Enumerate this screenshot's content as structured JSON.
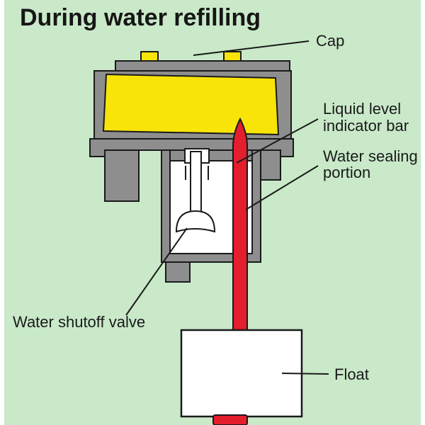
{
  "title": "During water refilling",
  "labels": {
    "cap": "Cap",
    "indicator_line1": "Liquid level",
    "indicator_line2": "indicator bar",
    "sealing_line1": "Water sealing",
    "sealing_line2": "portion",
    "shutoff": "Water shutoff valve",
    "float": "Float"
  },
  "colors": {
    "background": "#c9e9c9",
    "body_gray": "#8e8e8e",
    "cap_yellow": "#f8e409",
    "indicator_red": "#e41e2d",
    "white": "#ffffff",
    "outline": "#1a1a1a"
  }
}
